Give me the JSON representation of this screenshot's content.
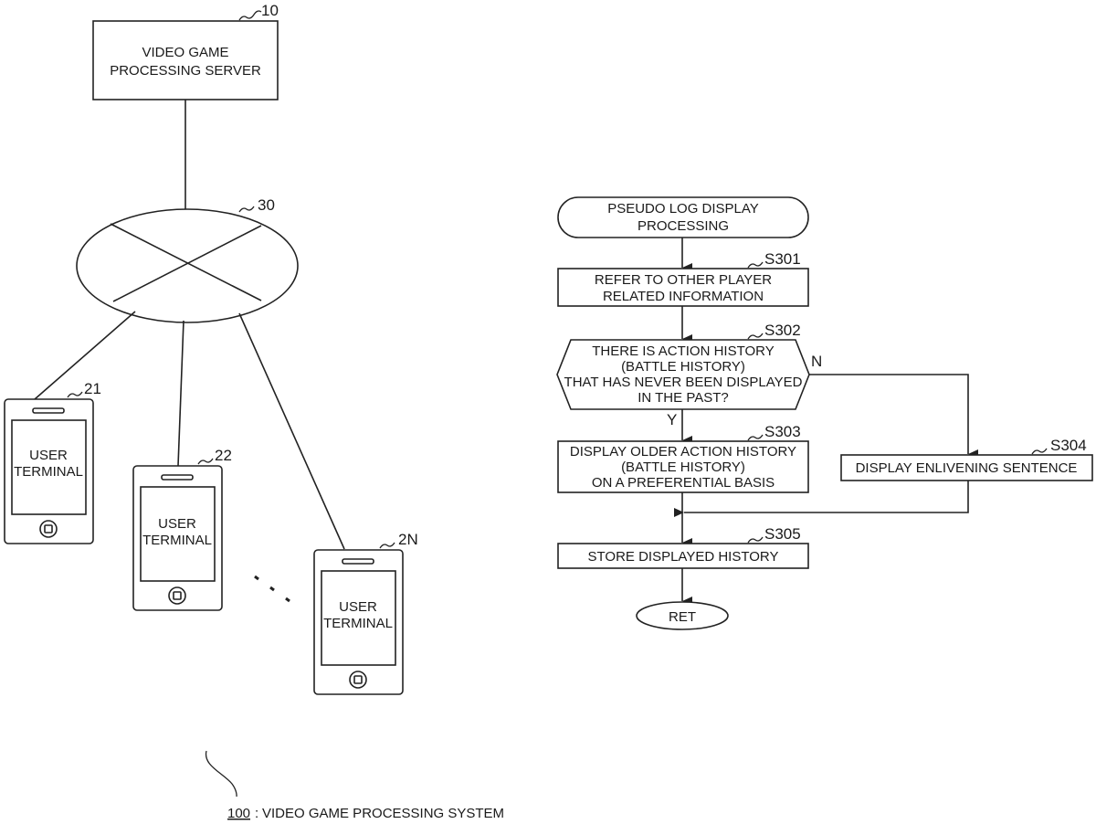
{
  "system_diagram": {
    "server": {
      "ref": "10",
      "line1": "VIDEO GAME",
      "line2": "PROCESSING SERVER"
    },
    "network": {
      "ref": "30"
    },
    "terminals": [
      {
        "ref": "21",
        "line1": "USER",
        "line2": "TERMINAL"
      },
      {
        "ref": "22",
        "line1": "USER",
        "line2": "TERMINAL"
      },
      {
        "ref": "2N",
        "line1": "USER",
        "line2": "TERMINAL"
      }
    ],
    "caption": {
      "ref": "100",
      "separator": ":",
      "text": "VIDEO GAME PROCESSING SYSTEM"
    }
  },
  "flowchart": {
    "start": {
      "line1": "PSEUDO LOG DISPLAY",
      "line2": "PROCESSING"
    },
    "steps": {
      "s301": {
        "id": "S301",
        "line1": "REFER TO OTHER PLAYER",
        "line2": "RELATED INFORMATION"
      },
      "s302": {
        "id": "S302",
        "line1": "THERE IS ACTION HISTORY",
        "line2": "(BATTLE HISTORY)",
        "line3": "THAT HAS NEVER BEEN DISPLAYED",
        "line4": "IN THE PAST?",
        "yes": "Y",
        "no": "N"
      },
      "s303": {
        "id": "S303",
        "line1": "DISPLAY OLDER ACTION HISTORY",
        "line2": "(BATTLE HISTORY)",
        "line3": "ON A PREFERENTIAL BASIS"
      },
      "s304": {
        "id": "S304",
        "line1": "DISPLAY ENLIVENING SENTENCE"
      },
      "s305": {
        "id": "S305",
        "line1": "STORE DISPLAYED HISTORY"
      }
    },
    "end": {
      "label": "RET"
    }
  }
}
